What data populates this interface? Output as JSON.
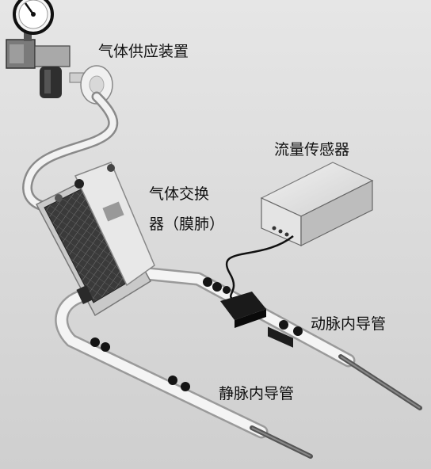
{
  "labels": {
    "gas_supply": "气体供应装置",
    "flow_sensor": "流量传感器",
    "gas_exchanger_line1": "气体交换",
    "gas_exchanger_line2": "器（膜肺）",
    "artery_catheter": "动脉内导管",
    "vein_catheter": "静脉内导管"
  },
  "colors": {
    "background": "#d8d8d8",
    "tube": "#eeeeee",
    "device_body": "#e2e2e2",
    "membrane": "#3a3a3a",
    "clamp": "#141414",
    "label_text": "#111111"
  },
  "icons": [
    "pressure-gauge-icon",
    "flow-sensor-device",
    "membrane-lung-device",
    "clamp-knob-icon"
  ]
}
